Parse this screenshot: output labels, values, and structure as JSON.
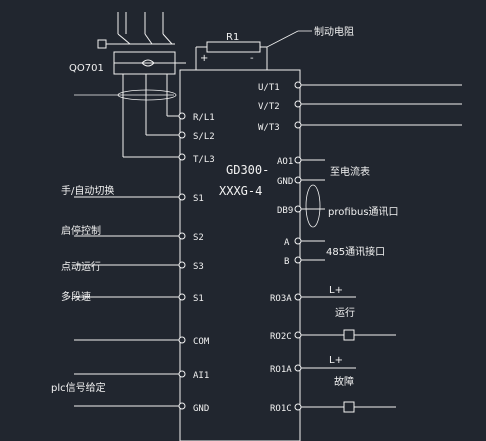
{
  "components": {
    "resistor": {
      "label": "R1",
      "plus": "+",
      "minus": "-",
      "note": "制动电阻"
    },
    "breaker": {
      "label": "QO701"
    },
    "drive": {
      "model_line1": "GD300-",
      "model_line2": "XXXG-4"
    }
  },
  "left_terminals": [
    {
      "pin": "R/L1"
    },
    {
      "pin": "S/L2"
    },
    {
      "pin": "T/L3"
    },
    {
      "pin": "S1",
      "desc": "手/自动切换"
    },
    {
      "pin": "S2",
      "desc": "启停控制"
    },
    {
      "pin": "S3",
      "desc": "点动运行"
    },
    {
      "pin": "S1",
      "desc": "多段速"
    },
    {
      "pin": "COM",
      "desc": ""
    },
    {
      "pin": "AI1",
      "desc": ""
    },
    {
      "pin": "GND",
      "desc": "plc信号给定"
    }
  ],
  "right_terminals": [
    {
      "pin": "U/T1"
    },
    {
      "pin": "V/T2"
    },
    {
      "pin": "W/T3"
    },
    {
      "pin": "AO1",
      "desc": "至电流表"
    },
    {
      "pin": "GND"
    },
    {
      "pin": "DB9",
      "desc": "profibus通讯口"
    },
    {
      "pin": "A"
    },
    {
      "pin": "B",
      "desc": "485通讯接口"
    },
    {
      "pin": "RO3A",
      "desc": "L+"
    },
    {
      "pin": "RO2C",
      "desc": "运行"
    },
    {
      "pin": "RO1A",
      "desc": "L+"
    },
    {
      "pin": "RO1C",
      "desc": "故障"
    }
  ],
  "colors": {
    "background": "#21262f",
    "lines": "#f2f2f2"
  }
}
